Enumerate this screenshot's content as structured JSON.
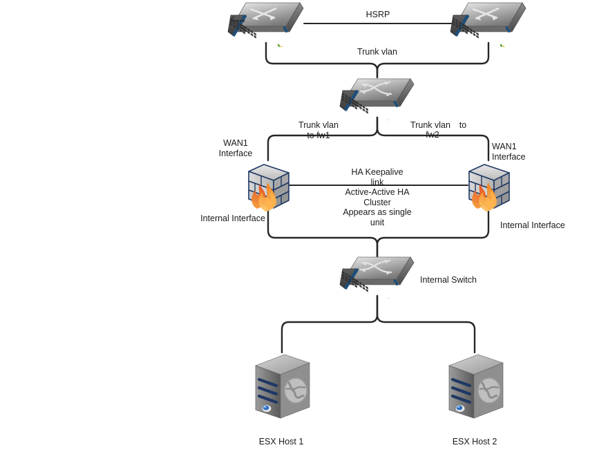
{
  "diagram": {
    "title": "Active-Active HA Firewall Cluster Network Topology",
    "background_color": "#ffffff",
    "line_color": "#262626",
    "text_color": "#1a1a1a",
    "accent_colors": {
      "switch_front_panel": "#1f4e79",
      "switch_body_light": "#d9d9d9",
      "switch_body_dark": "#555555",
      "firewall_brick": "#cfcfcf",
      "firewall_mortar": "#1f3864",
      "flame_orange": "#f79646",
      "flame_red": "#e8541f",
      "server_body": "#7f7f7f",
      "server_bay": "#1f3864",
      "led_blue": "#2f6fc0",
      "port_green": "#5aa02c"
    }
  },
  "nodes": {
    "core_switch_1": {
      "type": "switch-icon",
      "name": "Core Switch 1"
    },
    "core_switch_2": {
      "type": "switch-icon",
      "name": "Core Switch 2"
    },
    "distribution_switch": {
      "type": "switch-icon",
      "name": "Distribution Switch"
    },
    "firewall_1": {
      "type": "firewall-icon",
      "name": "Firewall 1"
    },
    "firewall_2": {
      "type": "firewall-icon",
      "name": "Firewall 2"
    },
    "internal_switch": {
      "type": "switch-icon",
      "name": "Internal Switch"
    },
    "esx_host_1": {
      "type": "server-icon",
      "name": "ESX Host 1"
    },
    "esx_host_2": {
      "type": "server-icon",
      "name": "ESX Host 2"
    }
  },
  "labels": {
    "hsrp": "HSRP",
    "trunk_vlan": "Trunk vlan",
    "trunk_vlan_fw1": "Trunk vlan\nto fw1",
    "trunk_vlan_fw2_main": "Trunk vlan",
    "trunk_vlan_fw2_to": "to",
    "trunk_vlan_fw2_target": "fw2",
    "wan1_interface_left": "WAN1\nInterface",
    "wan1_interface_right": "WAN1\nInterface",
    "internal_interface_left": "Internal Interface",
    "internal_interface_right": "Internal Interface",
    "ha_keepalive": "HA Keepalive\nlink",
    "ha_cluster": "Active-Active HA\nCluster\nAppears as single\nunit",
    "internal_switch": "Internal Switch",
    "esx_host_1": "ESX Host 1",
    "esx_host_2": "ESX Host 2"
  },
  "connections": [
    {
      "id": "hsrp-link",
      "from": "core_switch_1",
      "to": "core_switch_2",
      "label": "HSRP",
      "style": "straight"
    },
    {
      "id": "trunk-vlan-brace",
      "from": "core_switch_1,core_switch_2",
      "to": "distribution_switch",
      "label": "Trunk vlan",
      "style": "brace"
    },
    {
      "id": "trunk-fw-brace",
      "from": "distribution_switch",
      "to": "firewall_1,firewall_2",
      "label": "Trunk vlan to fw1 / Trunk vlan to fw2",
      "style": "brace-down"
    },
    {
      "id": "ha-keepalive-link",
      "from": "firewall_1",
      "to": "firewall_2",
      "label": "HA Keepalive link",
      "style": "straight"
    },
    {
      "id": "fw-internal-brace",
      "from": "firewall_1,firewall_2",
      "to": "internal_switch",
      "label": "",
      "style": "brace"
    },
    {
      "id": "internal-esx-brace",
      "from": "internal_switch",
      "to": "esx_host_1,esx_host_2",
      "label": "",
      "style": "brace-down"
    }
  ]
}
